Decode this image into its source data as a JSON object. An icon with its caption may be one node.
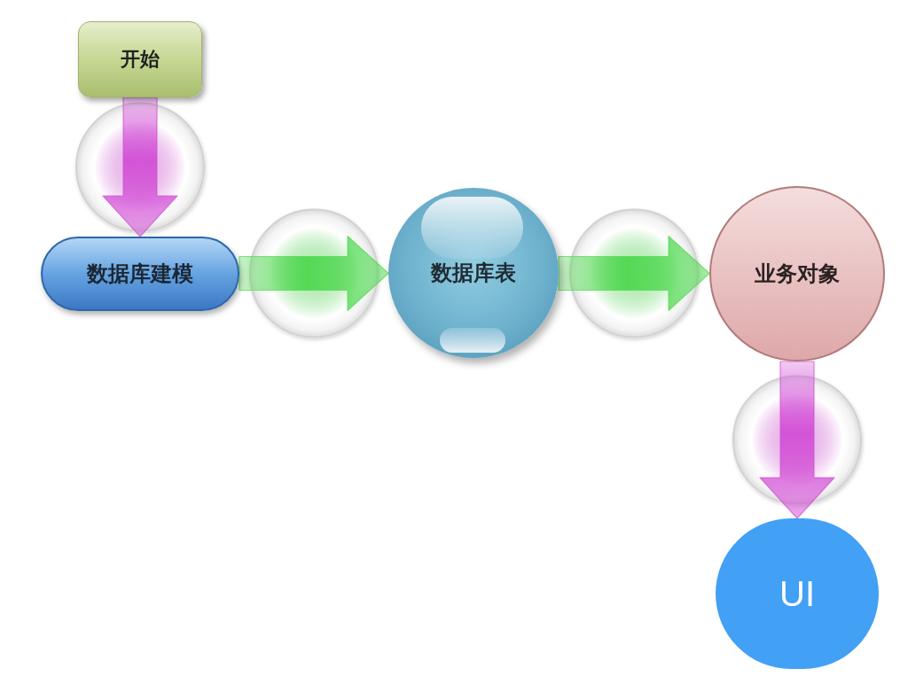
{
  "diagram": {
    "nodes": [
      {
        "text": [
          "开始"
        ]
      },
      {
        "text": [
          "数据库建模"
        ]
      },
      {
        "text": [
          "数据库表"
        ]
      },
      {
        "text": [
          "业务对象"
        ]
      },
      {
        "text": [
          "UI"
        ]
      }
    ],
    "edges": [
      {
        "from": 0,
        "to": 1,
        "arrow": "to",
        "color": "#d24fd6"
      },
      {
        "from": 1,
        "to": 2,
        "arrow": "to",
        "color": "#4fd84f"
      },
      {
        "from": 2,
        "to": 3,
        "arrow": "to",
        "color": "#4fd84f"
      },
      {
        "from": 3,
        "to": 4,
        "arrow": "to",
        "color": "#d24fd6"
      }
    ]
  }
}
